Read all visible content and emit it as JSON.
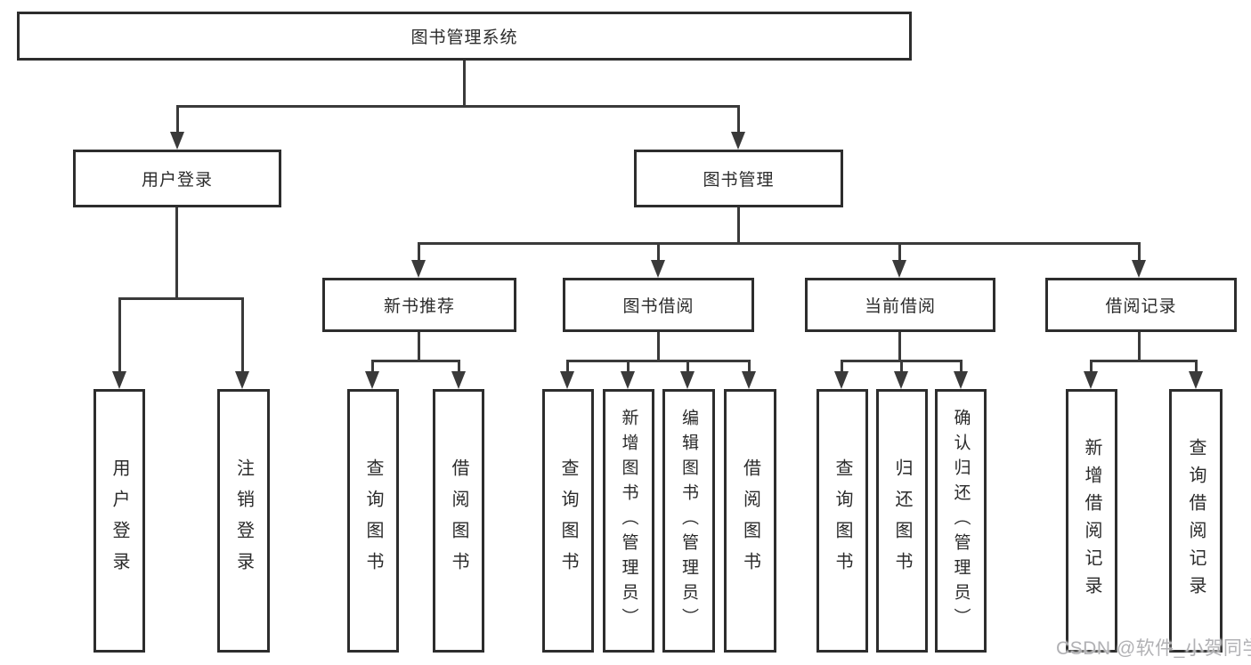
{
  "nodes": {
    "root": "图书管理系统",
    "l2_user_login": "用户登录",
    "l2_book_mgmt": "图书管理",
    "l3_new_book_rec": "新书推荐",
    "l3_book_borrow": "图书借阅",
    "l3_current_borrow": "当前借阅",
    "l3_borrow_records": "借阅记录",
    "leaf_user_login": "用户登录",
    "leaf_logout": "注销登录",
    "leaf_nbr_query_books": "查询图书",
    "leaf_nbr_borrow_books": "借阅图书",
    "leaf_bb_query_books": "查询图书",
    "leaf_bb_add_books_admin": "新增图书（管理员）",
    "leaf_bb_edit_books_admin": "编辑图书（管理员）",
    "leaf_bb_borrow_books": "借阅图书",
    "leaf_cb_query_books": "查询图书",
    "leaf_cb_return_books": "归还图书",
    "leaf_cb_confirm_return_admin": "确认归还（管理员）",
    "leaf_br_add_record": "新增借阅记录",
    "leaf_br_query_record": "查询借阅记录"
  },
  "watermark": "CSDN @软件_小贺同学",
  "colors": {
    "line": "#3a3a3a",
    "box_border": "#2d2d2d",
    "text": "#2b2b2b",
    "watermark": "#b1b1b4",
    "background": "#ffffff"
  }
}
